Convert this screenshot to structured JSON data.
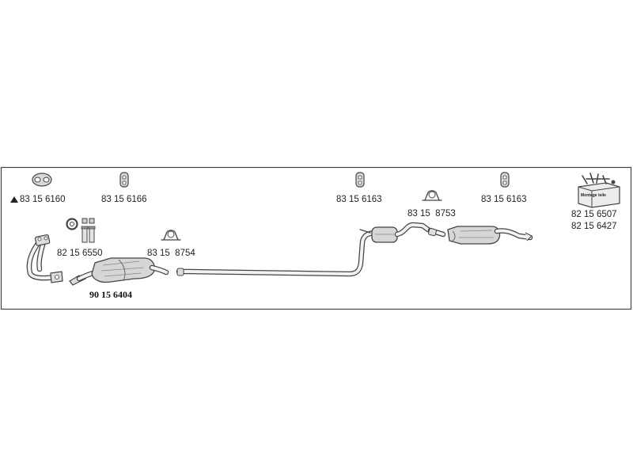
{
  "parts": {
    "gasket_front": "83 15 6160",
    "hanger_small": "83 15 6166",
    "hanger_mid": "83 15 6163",
    "clamp_mid": "83 15  8753",
    "hanger_rear": "83 15 6163",
    "kit_code_1": "82 15 6507",
    "kit_code_2": "82 15 6427",
    "bolts_set": "82 15 6550",
    "clamp_front": "83 15  8754",
    "catalyst": "90 15 6404"
  },
  "kit_box_text": "Montage teile"
}
